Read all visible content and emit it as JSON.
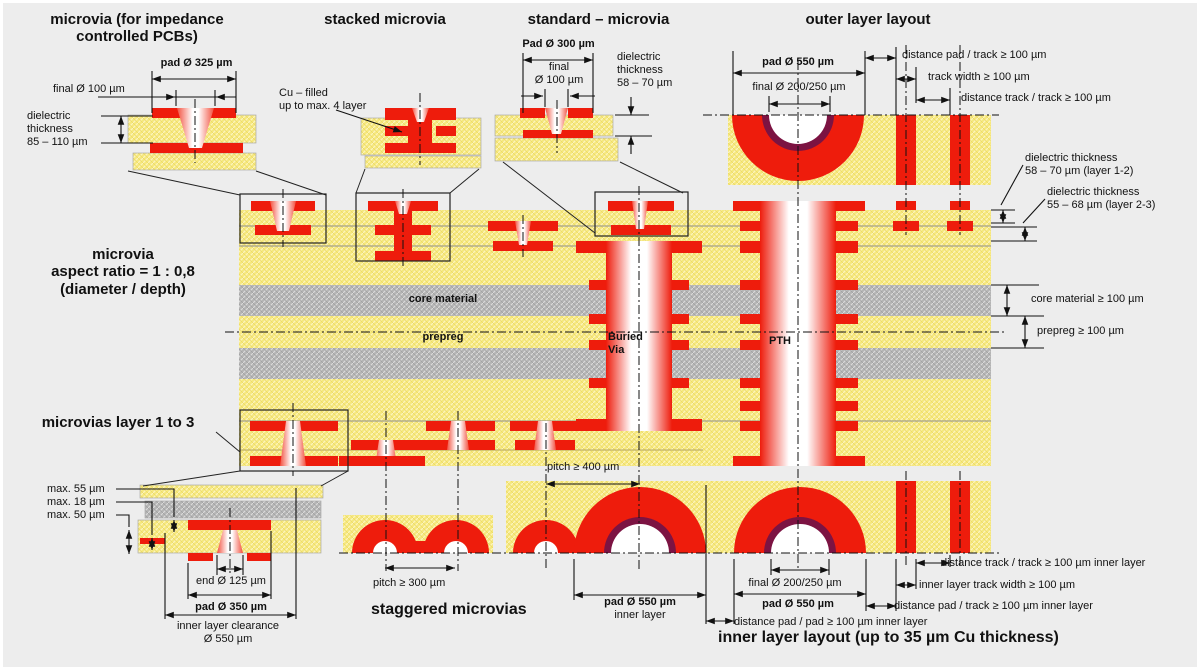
{
  "colors": {
    "copper_red": "#ee1c0c",
    "board_yellow": "#f6e87e",
    "core_gray": "#b5b5b5",
    "plating_maroon": "#7c1342",
    "background": "#ededed"
  },
  "titles": {
    "impedance_microvia": "microvia (for impedance controlled PCBs)",
    "stacked_microvia": "stacked microvia",
    "standard_microvia": "standard – microvia",
    "outer_layer": "outer layer layout",
    "aspect_ratio": "microvia\naspect ratio = 1 : 0,8\n(diameter / depth)",
    "microvias_1to3": "microvias layer 1 to 3",
    "staggered": "staggered microvias",
    "inner_layer": "inner layer layout (up to 35 µm Cu thickness)"
  },
  "dims": {
    "pad_325": "pad Ø 325 µm",
    "final_100": "final Ø 100 µm",
    "diel_85_110": "dielectric\nthickness\n85 – 110 µm",
    "cu_filled": "Cu – filled\nup to max. 4 layer",
    "pad_300": "Pad Ø 300 µm",
    "final_100_2": "final\nØ 100 µm",
    "diel_58_70": "dielectric\nthickness\n58 – 70 µm",
    "pad_550": "pad Ø 550 µm",
    "final_200_250": "final Ø 200/250 µm",
    "dist_pad_track": "distance pad / track ≥ 100 µm",
    "track_width": "track width ≥ 100 µm",
    "dist_track_track": "distance track / track ≥ 100 µm",
    "diel_l12": "dielectric thickness\n58 – 70 µm (layer 1-2)",
    "diel_l23": "dielectric thickness\n55 – 68 µm (layer 2-3)",
    "core_material": "core material",
    "prepreg": "prepreg",
    "buried_via": "Buried\nVia",
    "pth": "PTH",
    "core_100": "core material ≥ 100 µm",
    "prepreg_100": "prepreg ≥ 100 µm",
    "max_55": "max. 55 µm",
    "max_18": "max. 18 µm",
    "max_50": "max. 50 µm",
    "end_125": "end Ø 125 µm",
    "pad_350": "pad Ø 350 µm",
    "clearance_550": "inner layer clearance\nØ 550 µm",
    "pitch_300": "pitch ≥ 300 µm",
    "pitch_400": "pitch ≥ 400 µm",
    "pad_550_inner": "pad Ø 550 µm",
    "inner_layer_sub": "inner layer",
    "final_200_250_inner": "final Ø 200/250 µm",
    "pad_550_inner2": "pad Ø 550 µm",
    "dist_tt_inner": "distance track / track ≥ 100 µm inner layer",
    "il_track_width": "inner layer track width ≥ 100 µm",
    "dist_pt_inner": "distance pad / track ≥ 100 µm inner layer",
    "dist_pp_inner": "distance pad / pad ≥ 100 µm inner layer"
  }
}
